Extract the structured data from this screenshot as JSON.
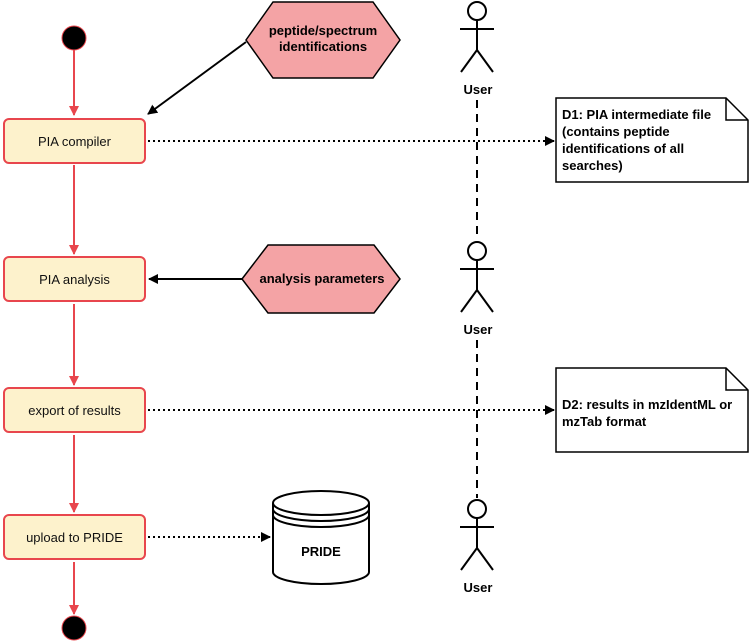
{
  "steps": {
    "compiler": "PIA compiler",
    "analysis": "PIA analysis",
    "export": "export of results",
    "upload": "upload to PRIDE"
  },
  "inputs": {
    "identifications": "peptide/spectrum identifications",
    "parameters": "analysis parameters"
  },
  "documents": {
    "d1": "D1: PIA intermediate file (contains peptide identifications of all searches)",
    "d2": "D2: results in mzIdentML or mzTab format"
  },
  "database": {
    "label": "PRIDE"
  },
  "actors": {
    "label1": "User",
    "label2": "User",
    "label3": "User"
  },
  "colors": {
    "flow": "#e8464d",
    "step_fill": "#fdf2cc",
    "hex_fill": "#f4a3a5",
    "node": "#000000"
  }
}
